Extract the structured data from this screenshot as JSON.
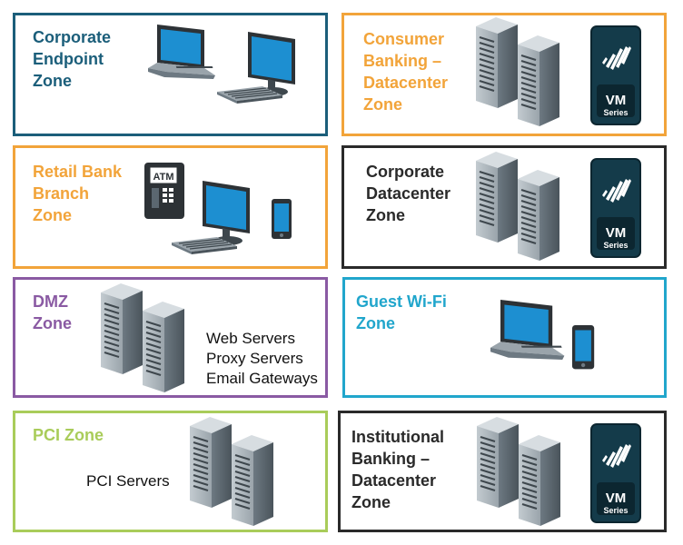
{
  "colors": {
    "teal": "#1b5e7a",
    "orange": "#f2a43a",
    "purple": "#8a5aa3",
    "cyan": "#21a6cc",
    "green": "#a9cc5a",
    "black": "#2a2a2a",
    "server_dark": "#5b6770",
    "server_light": "#a9b3ba",
    "screen_blue": "#1d8fd1",
    "vm_bg": "#143b4a"
  },
  "zones": {
    "corporate_endpoint": {
      "title": "Corporate\nEndpoint\nZone",
      "color": "#1b5e7a",
      "icons": [
        "laptop-icon",
        "desktop-computer-icon"
      ]
    },
    "consumer_banking": {
      "title": "Consumer\nBanking –\nDatacenter\nZone",
      "color": "#f2a43a",
      "icons": [
        "server-rack-icon",
        "vm-series-firewall-icon"
      ]
    },
    "retail_bank_branch": {
      "title": "Retail Bank\nBranch\nZone",
      "color": "#f2a43a",
      "icons": [
        "atm-icon",
        "desktop-computer-icon",
        "smartphone-icon"
      ]
    },
    "corporate_datacenter": {
      "title": "Corporate\nDatacenter\nZone",
      "color": "#2a2a2a",
      "icons": [
        "server-rack-icon",
        "vm-series-firewall-icon"
      ]
    },
    "dmz": {
      "title": "DMZ\nZone",
      "color": "#8a5aa3",
      "text": "Web Servers\nProxy Servers\nEmail Gateways",
      "icons": [
        "server-rack-icon"
      ]
    },
    "guest_wifi": {
      "title": "Guest Wi-Fi\nZone",
      "color": "#21a6cc",
      "icons": [
        "laptop-icon",
        "smartphone-icon"
      ]
    },
    "pci": {
      "title": "PCI Zone",
      "color": "#a9cc5a",
      "text": "PCI Servers",
      "icons": [
        "server-rack-icon"
      ]
    },
    "institutional_banking": {
      "title": "Institutional\nBanking –\nDatacenter\nZone",
      "color": "#2a2a2a",
      "icons": [
        "server-rack-icon",
        "vm-series-firewall-icon"
      ]
    }
  },
  "vm_badge": {
    "line1": "VM",
    "line2": "Series"
  },
  "atm_label": "ATM"
}
